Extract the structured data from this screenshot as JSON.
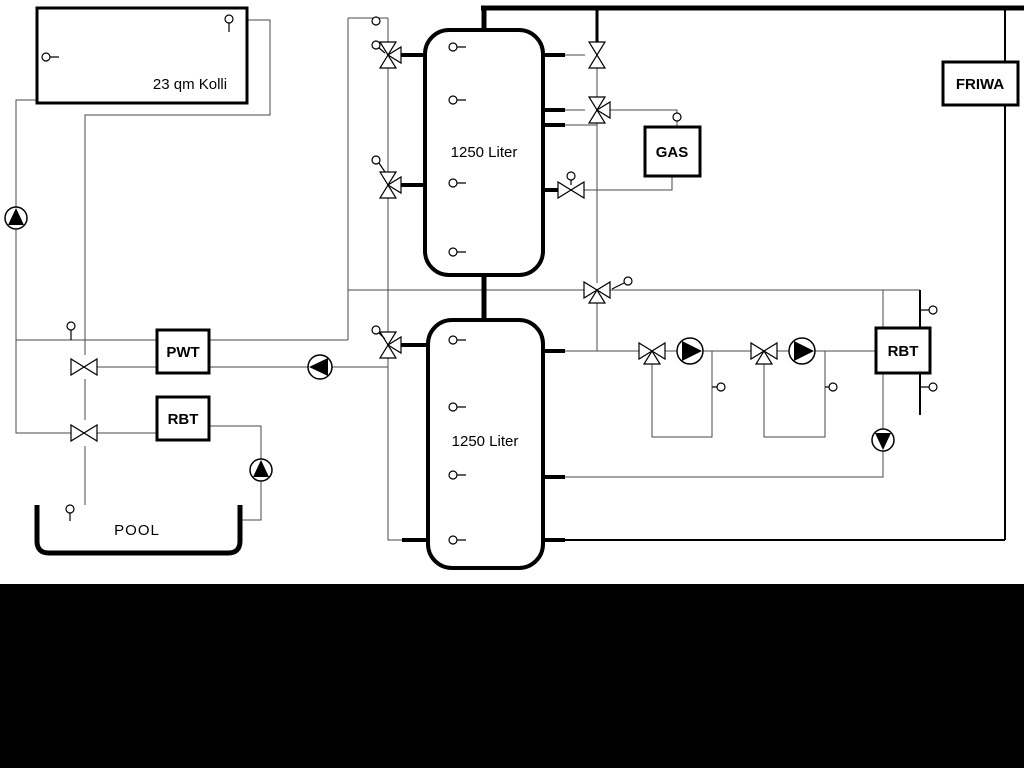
{
  "diagram": {
    "collector": {
      "label": "23 qm Kolli"
    },
    "buffer_tank_top": {
      "label": "1250 Liter"
    },
    "buffer_tank_bottom": {
      "label": "1250 Liter"
    },
    "heat_exchanger_pwt": {
      "label": "PWT"
    },
    "heat_exchanger_rbt_left": {
      "label": "RBT"
    },
    "heat_exchanger_rbt_right": {
      "label": "RBT"
    },
    "gas_boiler": {
      "label": "GAS"
    },
    "fresh_water_station": {
      "label": "FRIWA"
    },
    "pool": {
      "label": "POOL"
    }
  },
  "colors": {
    "pipe_thin": "#4a4a4a",
    "pipe_main": "#000000",
    "background": "#ffffff",
    "bottom_mask": "#000000"
  }
}
